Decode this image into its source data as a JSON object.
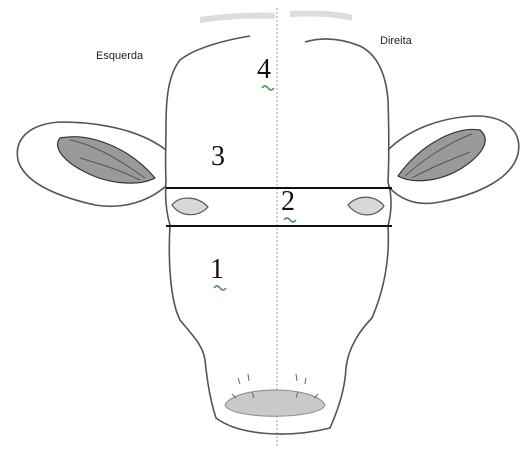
{
  "labels": {
    "left": "Esquerda",
    "right": "Direita"
  },
  "regions": [
    {
      "number": "4"
    },
    {
      "number": "3"
    },
    {
      "number": "2"
    },
    {
      "number": "1"
    }
  ],
  "colors": {
    "outline": "#444444",
    "ear_fill": "#9a9a9a",
    "line": "#111111",
    "squiggle": "#3a8a3a"
  }
}
